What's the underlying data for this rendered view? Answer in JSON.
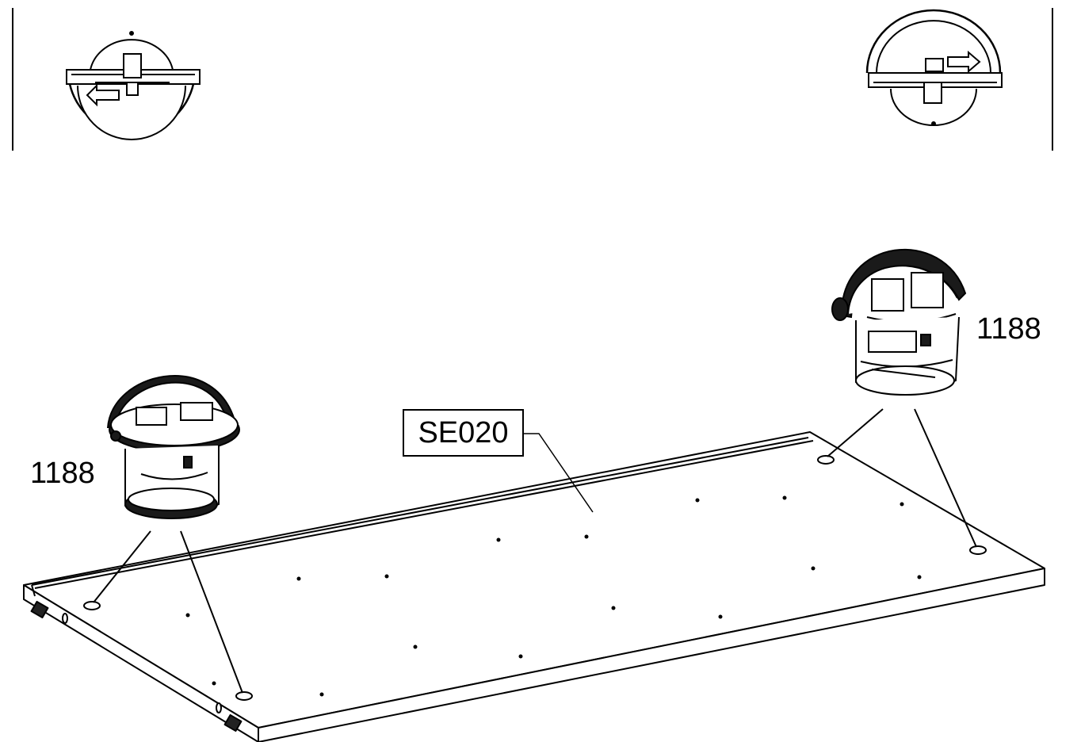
{
  "diagram": {
    "panel_label": "SE020",
    "fitting_label_left": "1188",
    "fitting_label_right": "1188",
    "icons": {
      "top_left": "cam-lock-rotate-left-icon",
      "top_right": "cam-lock-rotate-right-icon",
      "fitting_left": "cam-lock-fitting-icon",
      "fitting_right": "cam-lock-fitting-icon"
    },
    "colors": {
      "line": "#000000",
      "fill": "#ffffff",
      "shade": "#1a1a1a"
    }
  }
}
